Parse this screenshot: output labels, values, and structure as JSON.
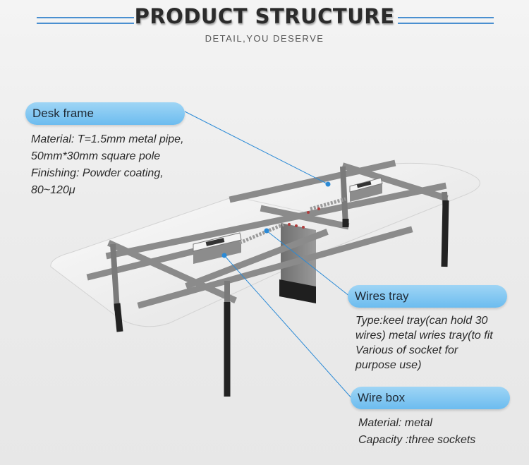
{
  "header": {
    "title": "PRODUCT STRUCTURE",
    "subtitle": "DETAIL,YOU  DESERVE"
  },
  "callouts": {
    "desk_frame": {
      "label": "Desk frame",
      "lines": [
        "Material: T=1.5mm metal pipe,",
        "50mm*30mm square pole",
        "Finishing: Powder coating,",
        "80~120μ"
      ]
    },
    "wires_tray": {
      "label": "Wires tray",
      "lines": [
        "Type:keel tray(can hold 30",
        "wires) metal wries tray(to fit",
        "Various of socket for",
        "purpose use)"
      ]
    },
    "wire_box": {
      "label": "Wire box",
      "lines": [
        "Material: metal",
        "Capacity :three sockets"
      ]
    }
  },
  "colors": {
    "accent_blue": "#4a8fd0",
    "callout_pill": "#7cc4f0",
    "frame_gray": "#8b8b8b",
    "leg_black": "#222222"
  }
}
